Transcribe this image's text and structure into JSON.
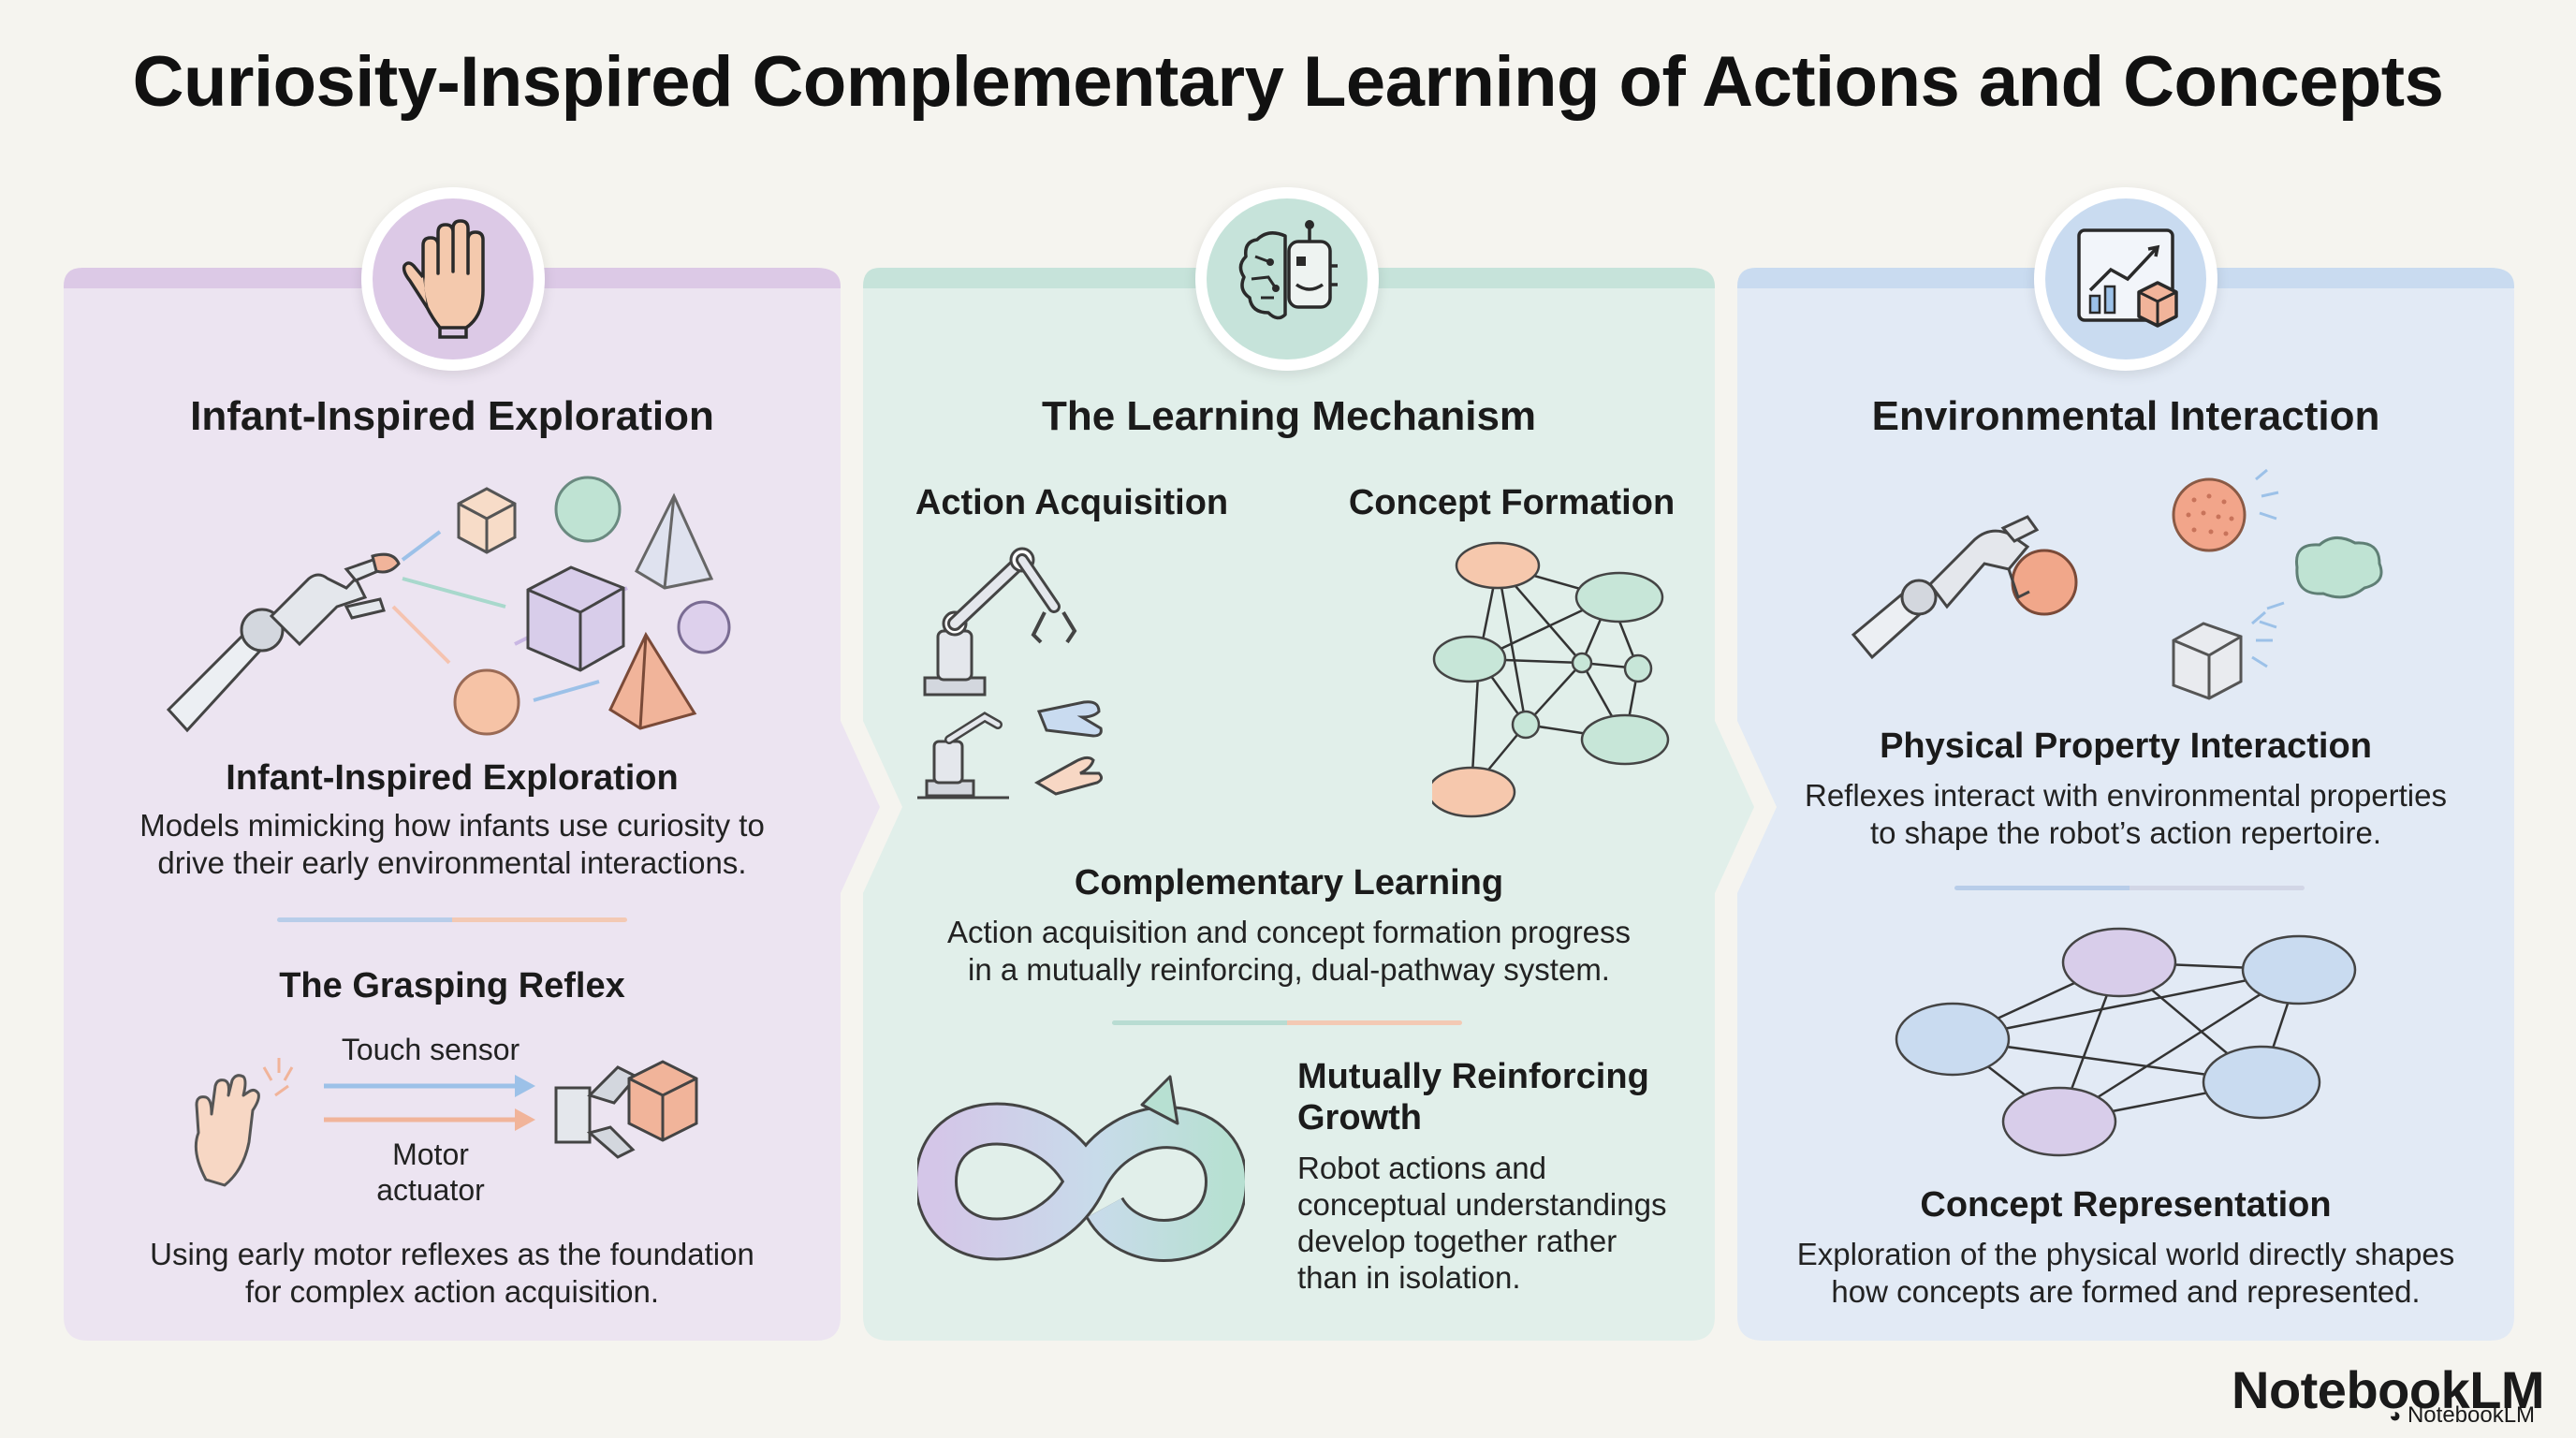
{
  "title": "Curiosity-Inspired Complementary Learning of Actions and Concepts",
  "colors": {
    "left_panel": "#ece4f1",
    "left_band": "#dcc9e6",
    "middle_panel": "#e1efea",
    "middle_band": "#c6e3da",
    "right_panel": "#e2eaf5",
    "right_band": "#c9dbf0"
  },
  "left": {
    "icon": "hand-icon",
    "heading": "Infant-Inspired Exploration",
    "sub_heading": "Infant-Inspired Exploration",
    "sub_text_1": "Models mimicking how infants use curiosity to",
    "sub_text_2": "drive their early environmental interactions.",
    "reflex_heading": "The Grasping Reflex",
    "touch_label": "Touch sensor",
    "motor_label_1": "Motor",
    "motor_label_2": "actuator",
    "reflex_text_1": "Using early motor reflexes as the foundation",
    "reflex_text_2": "for complex action acquisition."
  },
  "middle": {
    "icon": "brain-robot-icon",
    "heading": "The Learning Mechanism",
    "action_heading": "Action Acquisition",
    "concept_heading": "Concept Formation",
    "comp_heading": "Complementary Learning",
    "comp_text_1": "Action acquisition and concept formation progress",
    "comp_text_2": "in a mutually reinforcing, dual-pathway system.",
    "growth_heading_1": "Mutually Reinforcing",
    "growth_heading_2": "Growth",
    "growth_text_1": "Robot actions and",
    "growth_text_2": "conceptual understandings",
    "growth_text_3": "develop together rather",
    "growth_text_4": "than in isolation."
  },
  "right": {
    "icon": "chart-cube-icon",
    "heading": "Environmental Interaction",
    "phys_heading": "Physical Property Interaction",
    "phys_text_1": "Reflexes interact with environmental properties",
    "phys_text_2": "to shape the robot’s action repertoire.",
    "concept_heading": "Concept Representation",
    "concept_text_1": "Exploration of the physical world directly shapes",
    "concept_text_2": "how concepts are formed and represented."
  },
  "brand": {
    "name": "NotebookLM",
    "small": "NotebookLM"
  }
}
